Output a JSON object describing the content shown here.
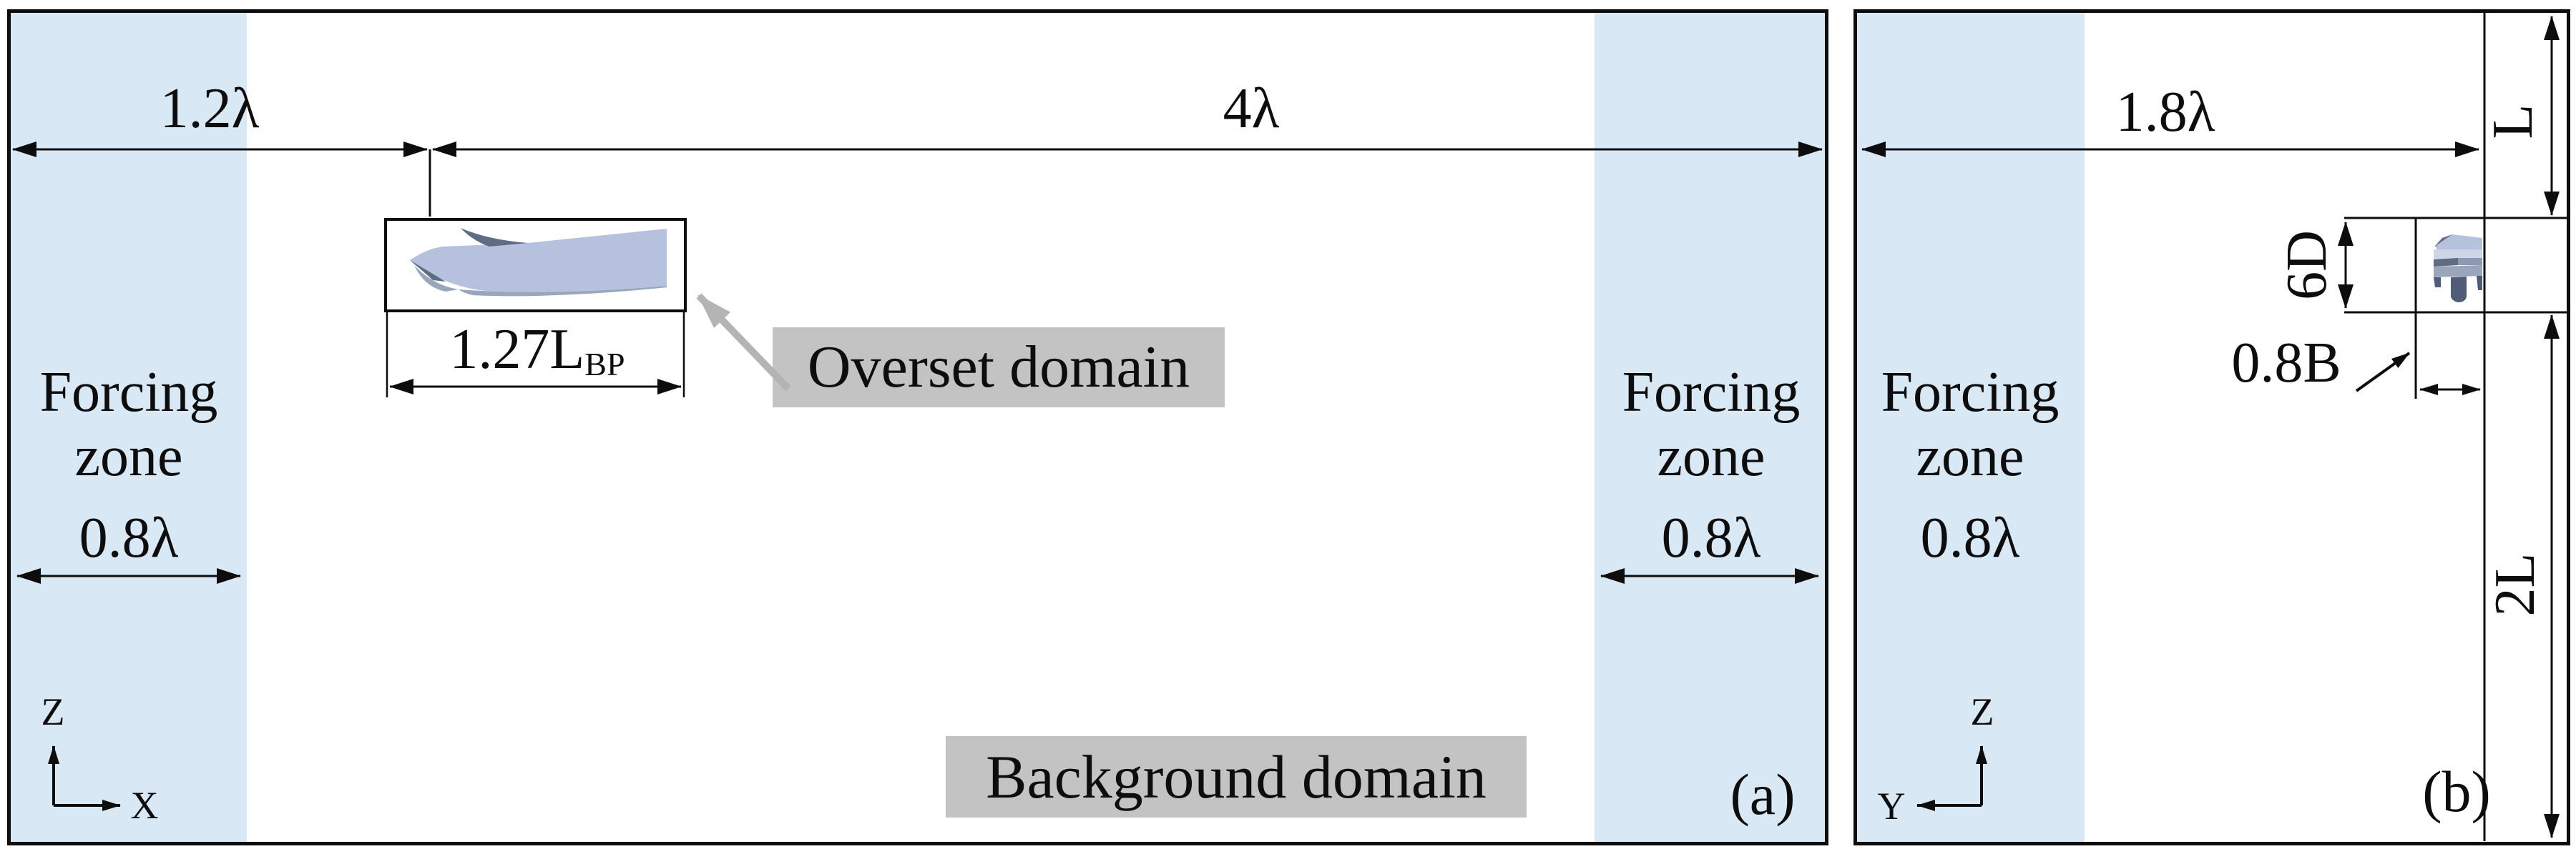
{
  "figure": {
    "panel_a": {
      "tag": "(a)",
      "dim_left": "1.2λ",
      "dim_right": "4λ",
      "forcing_zone_left": {
        "line1": "Forcing",
        "line2": "zone",
        "width_label": "0.8λ"
      },
      "forcing_zone_right": {
        "line1": "Forcing",
        "line2": "zone",
        "width_label": "0.8λ"
      },
      "overset": {
        "label": "Overset domain",
        "length_dim": "1.27L",
        "length_dim_sub": "BP"
      },
      "background_label": "Background domain",
      "axes": {
        "vertical": "Z",
        "horizontal": "X"
      }
    },
    "panel_b": {
      "tag": "(b)",
      "dim_top": "1.8λ",
      "forcing_zone": {
        "line1": "Forcing",
        "line2": "zone",
        "width_label": "0.8λ"
      },
      "dims": {
        "right_top": "L",
        "right_bottom": "2L",
        "overset_height": "6D",
        "overset_width": "0.8B"
      },
      "axes": {
        "vertical": "Z",
        "horizontal": "Y"
      }
    }
  },
  "colors": {
    "forcing_zone_fill": "#d9e8f5",
    "label_bg": "#c3c3c3",
    "line": "#0d0d0d",
    "hull_light": "#b6c2dd",
    "hull_mid": "#9aa6bc",
    "hull_dark": "#5f6c84",
    "hull_deep": "#515d76",
    "arrow_gray": "#b4b4b4"
  }
}
